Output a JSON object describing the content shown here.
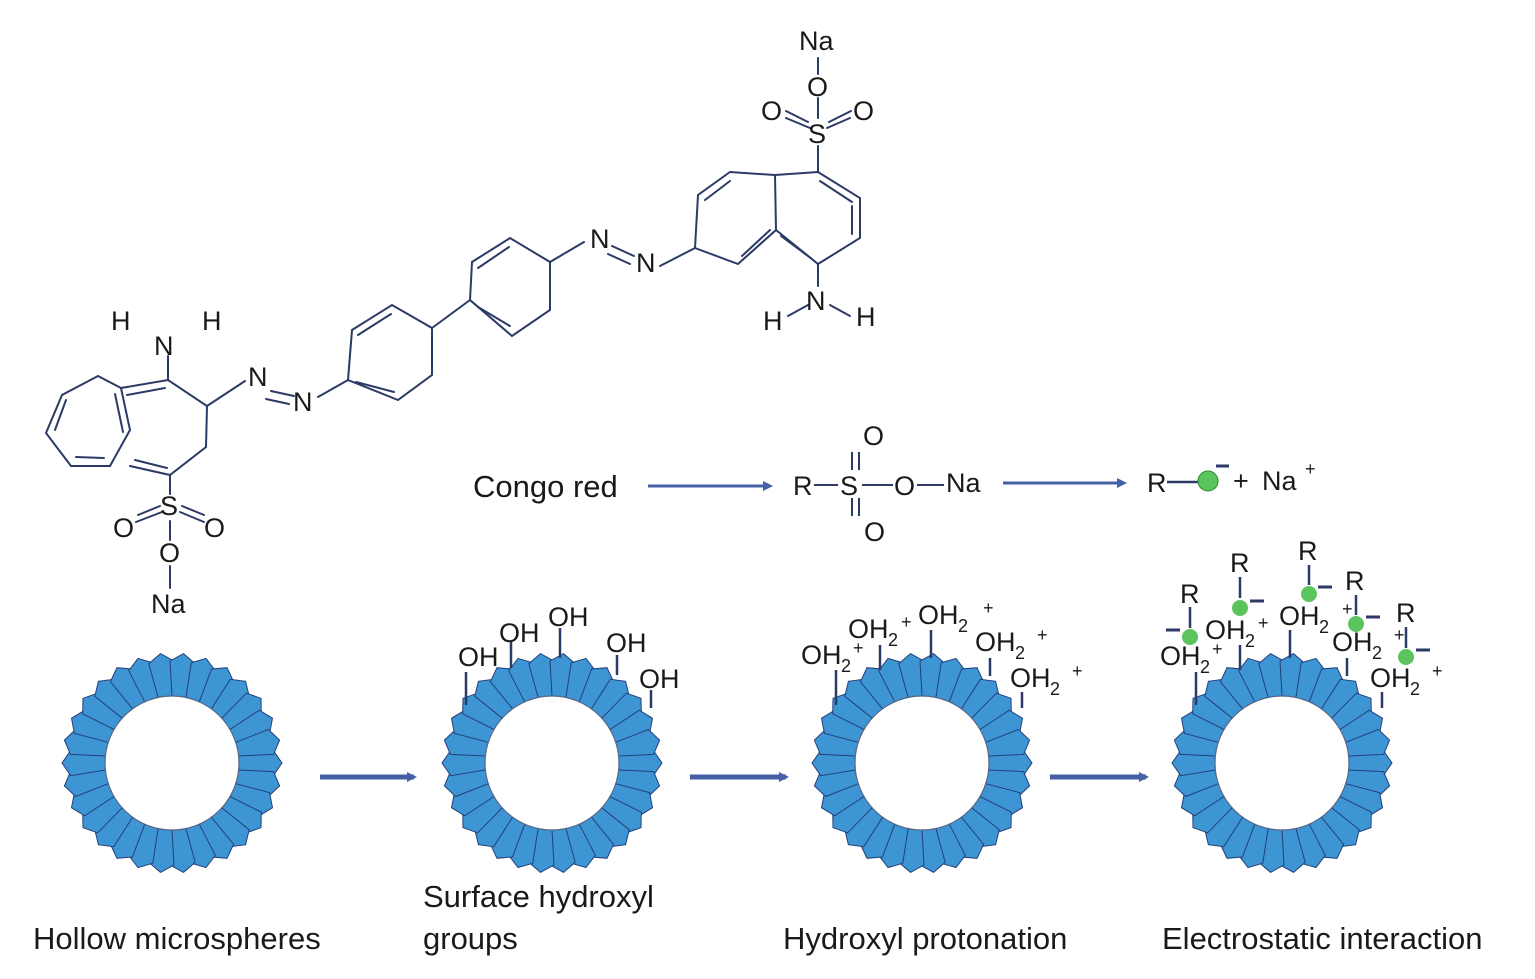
{
  "atoms": {
    "nitrogen": "N",
    "hydrogen": "H",
    "oxygen": "O",
    "sulfur": "S",
    "sodium": "Na",
    "r_group": "R"
  },
  "reaction": {
    "reactant": "Congo red",
    "sodium_ion": "Na",
    "plus": "+",
    "charge_plus": "+",
    "two": "2"
  },
  "surface_groups": {
    "hydroxyl": "OH"
  },
  "stages": [
    {
      "label": "Hollow microspheres"
    },
    {
      "label": "Surface hydroxyl",
      "label_line2": "groups"
    },
    {
      "label": "Hydroxyl protonation"
    },
    {
      "label": "Electrostatic interaction"
    }
  ],
  "colors": {
    "segment_fill": "#3d95d4",
    "segment_stroke": "#23407a",
    "arrow": "#4660a8",
    "bond": "#2b3a66",
    "anion_dot": "#5cc45c"
  }
}
